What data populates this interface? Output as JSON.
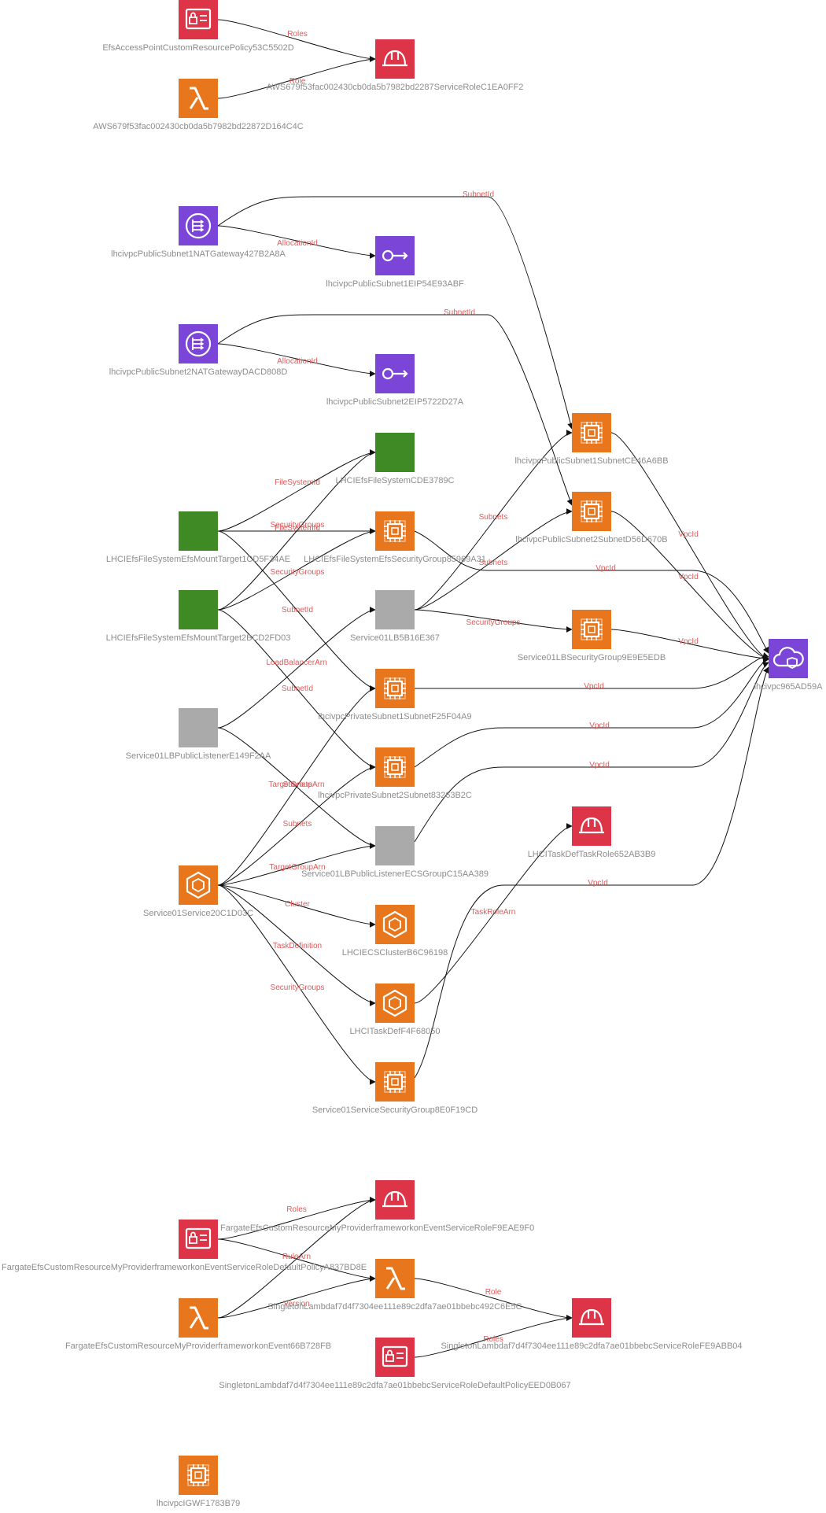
{
  "colors": {
    "red": "#dd3448",
    "orange": "#e8761c",
    "purple": "#7b45d8",
    "green": "#3f8a24",
    "gray": "#aaaaaa",
    "label": "#8c8c8c",
    "edge_label": "#e05a5a"
  },
  "nodes": [
    {
      "id": "n1",
      "label": "EfsAccessPointCustomResourcePolicy53C5502D",
      "icon": "policy-icon",
      "color": "red"
    },
    {
      "id": "n2",
      "label": "AWS679f53fac002430cb0da5b7982bd2287ServiceRoleC1EA0FF2",
      "icon": "role-helmet-icon",
      "color": "red"
    },
    {
      "id": "n3",
      "label": "AWS679f53fac002430cb0da5b7982bd22872D164C4C",
      "icon": "lambda-icon",
      "color": "orange"
    },
    {
      "id": "n4",
      "label": "lhcivpcPublicSubnet1NATGateway427B2A8A",
      "icon": "nat-gateway-icon",
      "color": "purple"
    },
    {
      "id": "n5",
      "label": "lhcivpcPublicSubnet1EIP54E93ABF",
      "icon": "elastic-ip-icon",
      "color": "purple"
    },
    {
      "id": "n6",
      "label": "lhcivpcPublicSubnet2NATGatewayDACD808D",
      "icon": "nat-gateway-icon",
      "color": "purple"
    },
    {
      "id": "n7",
      "label": "lhcivpcPublicSubnet2EIP5722D27A",
      "icon": "elastic-ip-icon",
      "color": "purple"
    },
    {
      "id": "n8",
      "label": "LHCIEfsFileSystemCDE3789C",
      "icon": "file-system-icon",
      "color": "green"
    },
    {
      "id": "n9",
      "label": "lhcivpcPublicSubnet1SubnetCE46A6BB",
      "icon": "chip-icon",
      "color": "orange"
    },
    {
      "id": "n10",
      "label": "LHCIEfsFileSystemEfsMountTarget1CD5F34AE",
      "icon": "mount-target-icon",
      "color": "green"
    },
    {
      "id": "n11",
      "label": "LHCIEfsFileSystemEfsSecurityGroup85969A31",
      "icon": "chip-icon",
      "color": "orange"
    },
    {
      "id": "n12",
      "label": "lhcivpcPublicSubnet2SubnetD56D670B",
      "icon": "chip-icon",
      "color": "orange"
    },
    {
      "id": "n13",
      "label": "LHCIEfsFileSystemEfsMountTarget2BCD2FD03",
      "icon": "mount-target-icon",
      "color": "green"
    },
    {
      "id": "n14",
      "label": "Service01LB5B16E367",
      "icon": "load-balancer-icon",
      "color": "gray"
    },
    {
      "id": "n15",
      "label": "Service01LBSecurityGroup9E9E5EDB",
      "icon": "chip-icon",
      "color": "orange"
    },
    {
      "id": "n16",
      "label": "lhcivpc965AD59A",
      "icon": "vpc-cloud-icon",
      "color": "purple"
    },
    {
      "id": "n17",
      "label": "Service01LBPublicListenerE149F2AA",
      "icon": "listener-icon",
      "color": "gray"
    },
    {
      "id": "n18",
      "label": "lhcivpcPrivateSubnet1SubnetF25F04A9",
      "icon": "chip-icon",
      "color": "orange"
    },
    {
      "id": "n19",
      "label": "lhcivpcPrivateSubnet2Subnet83263B2C",
      "icon": "chip-icon",
      "color": "orange"
    },
    {
      "id": "n20",
      "label": "LHCITaskDefTaskRole652AB3B9",
      "icon": "role-helmet-icon",
      "color": "red"
    },
    {
      "id": "n21",
      "label": "Service01Service20C1D03C",
      "icon": "ecs-icon",
      "color": "orange"
    },
    {
      "id": "n22",
      "label": "Service01LBPublicListenerECSGroupC15AA389",
      "icon": "target-group-icon",
      "color": "gray"
    },
    {
      "id": "n23",
      "label": "LHCIECSClusterB6C96198",
      "icon": "ecs-icon",
      "color": "orange"
    },
    {
      "id": "n24",
      "label": "LHCITaskDefF4F68050",
      "icon": "ecs-icon",
      "color": "orange"
    },
    {
      "id": "n25",
      "label": "Service01ServiceSecurityGroup8E0F19CD",
      "icon": "chip-icon",
      "color": "orange"
    },
    {
      "id": "n26",
      "label": "FargateEfsCustomResourceMyProviderframeworkonEventServiceRoleF9EAE9F0",
      "icon": "role-helmet-icon",
      "color": "red"
    },
    {
      "id": "n27",
      "label": "FargateEfsCustomResourceMyProviderframeworkonEventServiceRoleDefaultPolicyA837BD8E",
      "icon": "policy-icon",
      "color": "red"
    },
    {
      "id": "n28",
      "label": "SingletonLambdaf7d4f7304ee111e89c2dfa7ae01bbebc492C6E5C",
      "icon": "lambda-icon",
      "color": "orange"
    },
    {
      "id": "n29",
      "label": "SingletonLambdaf7d4f7304ee111e89c2dfa7ae01bbebcServiceRoleFE9ABB04",
      "icon": "role-helmet-icon",
      "color": "red"
    },
    {
      "id": "n30",
      "label": "FargateEfsCustomResourceMyProviderframeworkonEvent66B728FB",
      "icon": "lambda-icon",
      "color": "orange"
    },
    {
      "id": "n31",
      "label": "SingletonLambdaf7d4f7304ee111e89c2dfa7ae01bbebcServiceRoleDefaultPolicyEED0B067",
      "icon": "policy-icon",
      "color": "red"
    },
    {
      "id": "n32",
      "label": "lhcivpcIGWF1783B79",
      "icon": "chip-icon",
      "color": "orange"
    }
  ],
  "edges": [
    {
      "from": "n1",
      "to": "n2",
      "label": "Roles"
    },
    {
      "from": "n3",
      "to": "n2",
      "label": "Role"
    },
    {
      "from": "n4",
      "to": "n9",
      "label": "SubnetId"
    },
    {
      "from": "n4",
      "to": "n5",
      "label": "AllocationId"
    },
    {
      "from": "n6",
      "to": "n12",
      "label": "SubnetId"
    },
    {
      "from": "n6",
      "to": "n7",
      "label": "AllocationId"
    },
    {
      "from": "n10",
      "to": "n8",
      "label": "FileSystemId"
    },
    {
      "from": "n10",
      "to": "n11",
      "label": "SecurityGroups"
    },
    {
      "from": "n13",
      "to": "n8",
      "label": "FileSystemId"
    },
    {
      "from": "n13",
      "to": "n11",
      "label": "SecurityGroups"
    },
    {
      "from": "n10",
      "to": "n18",
      "label": "SubnetId"
    },
    {
      "from": "n13",
      "to": "n19",
      "label": "SubnetId"
    },
    {
      "from": "n11",
      "to": "n16",
      "label": "VpcId"
    },
    {
      "from": "n14",
      "to": "n9",
      "label": "Subnets"
    },
    {
      "from": "n14",
      "to": "n12",
      "label": "Subnets"
    },
    {
      "from": "n14",
      "to": "n15",
      "label": "SecurityGroups"
    },
    {
      "from": "n9",
      "to": "n16",
      "label": "VpcId"
    },
    {
      "from": "n12",
      "to": "n16",
      "label": "VpcId"
    },
    {
      "from": "n15",
      "to": "n16",
      "label": "VpcId"
    },
    {
      "from": "n17",
      "to": "n14",
      "label": "LoadBalancerArn"
    },
    {
      "from": "n17",
      "to": "n22",
      "label": "TargetGroupArn"
    },
    {
      "from": "n18",
      "to": "n16",
      "label": "VpcId"
    },
    {
      "from": "n19",
      "to": "n16",
      "label": "VpcId"
    },
    {
      "from": "n22",
      "to": "n16",
      "label": "VpcId"
    },
    {
      "from": "n21",
      "to": "n18",
      "label": "Subnets"
    },
    {
      "from": "n21",
      "to": "n19",
      "label": "Subnets"
    },
    {
      "from": "n21",
      "to": "n22",
      "label": "TargetGroupArn"
    },
    {
      "from": "n21",
      "to": "n23",
      "label": "Cluster"
    },
    {
      "from": "n21",
      "to": "n24",
      "label": "TaskDefinition"
    },
    {
      "from": "n21",
      "to": "n25",
      "label": "SecurityGroups"
    },
    {
      "from": "n24",
      "to": "n20",
      "label": "TaskRoleArn"
    },
    {
      "from": "n25",
      "to": "n16",
      "label": "VpcId"
    },
    {
      "from": "n27",
      "to": "n26",
      "label": "Roles"
    },
    {
      "from": "n27",
      "to": "n28",
      "label": "RuleArn"
    },
    {
      "from": "n30",
      "to": "n26",
      "label": ""
    },
    {
      "from": "n30",
      "to": "n28",
      "label": "Version"
    },
    {
      "from": "n28",
      "to": "n29",
      "label": "Role"
    },
    {
      "from": "n31",
      "to": "n29",
      "label": "Roles"
    }
  ]
}
